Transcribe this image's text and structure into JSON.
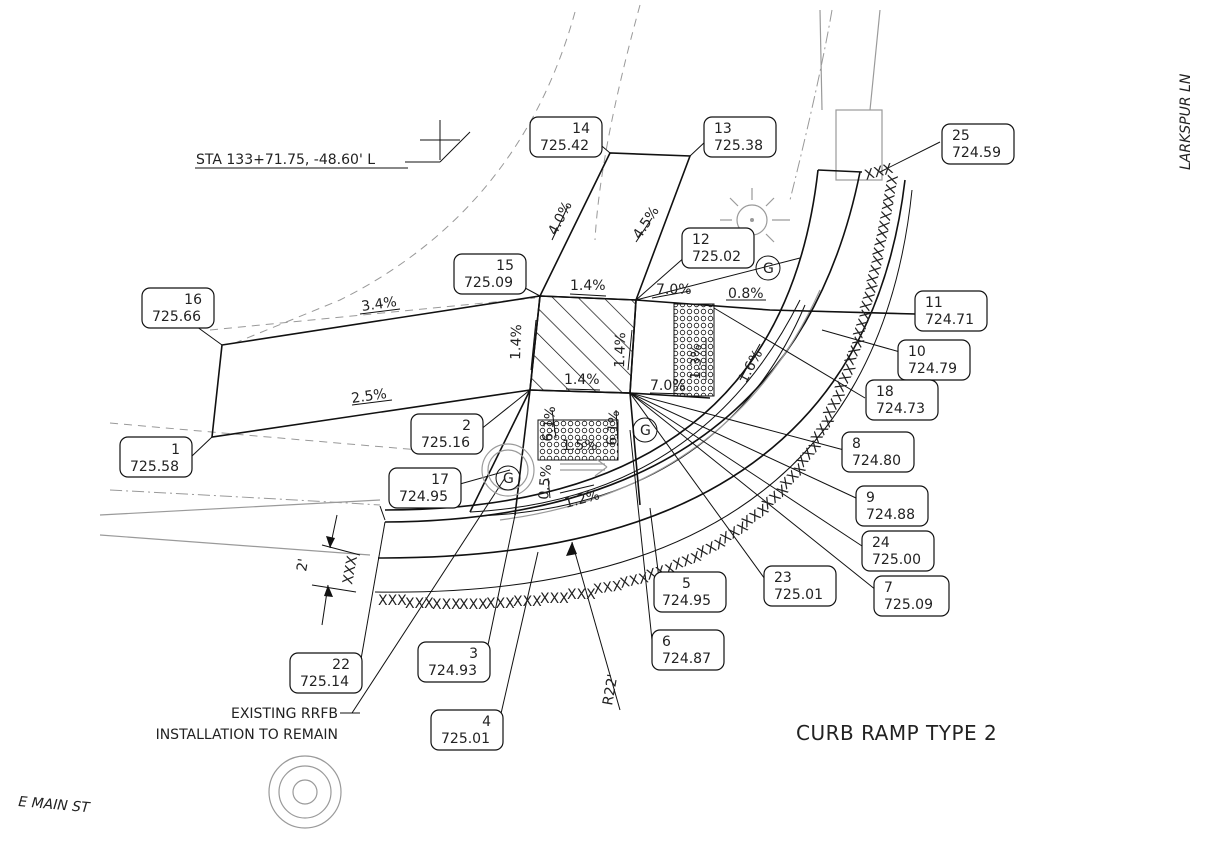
{
  "title": "CURB RAMP TYPE 2",
  "station": "STA 133+71.75, -48.60' L",
  "streets": {
    "east": "LARKSPUR LN",
    "south": "E MAIN ST"
  },
  "note": {
    "line1": "EXISTING RRFB",
    "line2": "INSTALLATION TO REMAIN"
  },
  "radius": "R22'",
  "dimension": "2'",
  "gutter_marker": "G",
  "hatch_text": "XXX",
  "points": [
    {
      "id": "1",
      "elev": "725.58"
    },
    {
      "id": "2",
      "elev": "725.16"
    },
    {
      "id": "3",
      "elev": "724.93"
    },
    {
      "id": "4",
      "elev": "725.01"
    },
    {
      "id": "5",
      "elev": "724.95"
    },
    {
      "id": "6",
      "elev": "724.87"
    },
    {
      "id": "7",
      "elev": "725.09"
    },
    {
      "id": "8",
      "elev": "724.80"
    },
    {
      "id": "9",
      "elev": "724.88"
    },
    {
      "id": "10",
      "elev": "724.79"
    },
    {
      "id": "11",
      "elev": "724.71"
    },
    {
      "id": "12",
      "elev": "725.02"
    },
    {
      "id": "13",
      "elev": "725.38"
    },
    {
      "id": "14",
      "elev": "725.42"
    },
    {
      "id": "15",
      "elev": "725.09"
    },
    {
      "id": "16",
      "elev": "725.66"
    },
    {
      "id": "17",
      "elev": "724.95"
    },
    {
      "id": "18",
      "elev": "724.73"
    },
    {
      "id": "22",
      "elev": "725.14"
    },
    {
      "id": "23",
      "elev": "725.01"
    },
    {
      "id": "24",
      "elev": "725.00"
    },
    {
      "id": "25",
      "elev": "724.59"
    }
  ],
  "slopes": [
    "3.4%",
    "2.5%",
    "1.4%",
    "1.4%",
    "1.4%",
    "1.4%",
    "4.0%",
    "4.5%",
    "7.0%",
    "0.8%",
    "7.0%",
    "1.3%",
    "1.6%",
    "6.1%",
    "1.5%",
    "6.1%",
    "0.5%",
    "1.2%"
  ]
}
